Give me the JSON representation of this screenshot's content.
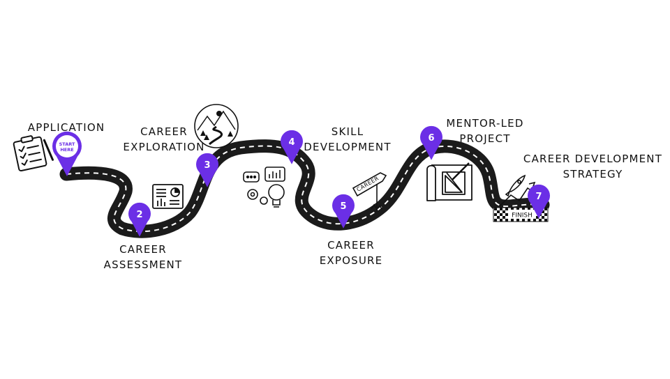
{
  "steps": [
    {
      "pin": "START HERE",
      "line1": "APPLICATION",
      "line2": ""
    },
    {
      "pin": "2",
      "line1": "CAREER",
      "line2": "ASSESSMENT"
    },
    {
      "pin": "3",
      "line1": "CAREER",
      "line2": "EXPLORATION"
    },
    {
      "pin": "4",
      "line1": "SKILL",
      "line2": "DEVELOPMENT"
    },
    {
      "pin": "5",
      "line1": "CAREER",
      "line2": "EXPOSURE"
    },
    {
      "pin": "6",
      "line1": "MENTOR-LED",
      "line2": "PROJECT"
    },
    {
      "pin": "7",
      "line1": "CAREER DEVELOPMENT",
      "line2": "STRATEGY"
    }
  ],
  "signpost": "CAREER",
  "finish": "FINISH",
  "colors": {
    "road": "#1b1b1b",
    "dash": "#ffffff",
    "pin": "#6b2fe6",
    "pin_text": "#ffffff",
    "start_text": "#6b2fe6",
    "ink": "#111111"
  },
  "icons": [
    "clipboard-checklist-icon",
    "report-dashboard-icon",
    "mountain-road-icon",
    "ideas-chat-icon",
    "career-signpost-icon",
    "blueprint-tools-icon",
    "rocket-growth-icon"
  ]
}
